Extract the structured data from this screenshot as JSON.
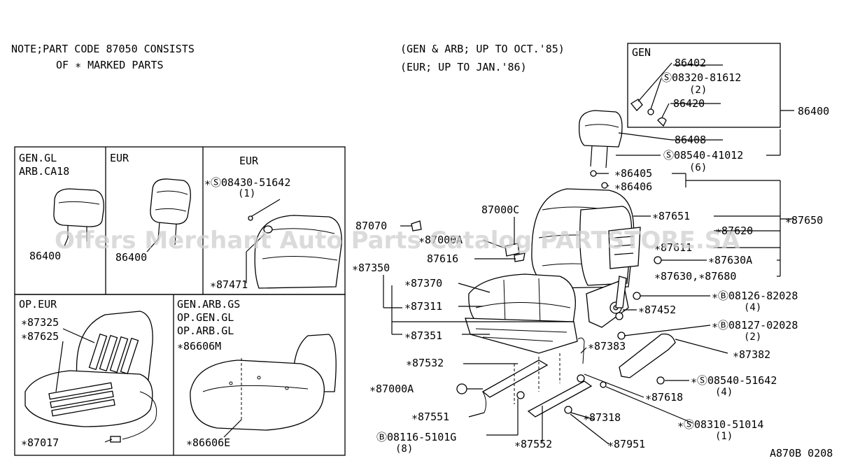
{
  "note": {
    "line1": "NOTE;PART CODE 87050 CONSISTS",
    "line2": "OF ∗ MARKED PARTS"
  },
  "applicability": {
    "line1": "(GEN & ARB; UP TO OCT.'85)",
    "line2": "(EUR; UP TO JAN.'86)"
  },
  "watermark": "Offers Merchant Auto Parts Catalog PARTSTORE.SA",
  "gen_box": {
    "title": "GEN"
  },
  "inset_boxes": {
    "gen_gl": {
      "line1": "GEN.GL",
      "line2": "ARB.CA18",
      "part": "86400"
    },
    "eur1": {
      "title": "EUR",
      "part": "86400"
    },
    "eur2": {
      "title": "EUR",
      "bolt": "∗Ⓢ08430-51642",
      "qty": "(1)",
      "part": "∗87471"
    },
    "op_eur": {
      "title": "OP.EUR",
      "p1": "∗87325",
      "p2": "∗87625",
      "p3": "∗87017"
    },
    "gen_arb_gs": {
      "line1": "GEN.ARB.GS",
      "line2": "OP.GEN.GL",
      "line3": "OP.ARB.GL",
      "p1": "∗86606M",
      "p2": "∗86606E"
    }
  },
  "labels": {
    "l86402": "86402",
    "l08320": "Ⓢ08320-81612",
    "q08320": "(2)",
    "l86420": "86420",
    "l86400": "86400",
    "l86408": "86408",
    "l08540a": "Ⓢ08540-41012",
    "q08540a": "(6)",
    "l86405": "∗86405",
    "l86406": "∗86406",
    "l87651": "∗87651",
    "l87650": "∗87650",
    "l87620": "∗87620",
    "l87611": "∗87611",
    "l87630a": "∗87630A",
    "l87630": "∗87630,∗87680",
    "l08126": "∗Ⓑ08126-82028",
    "q08126": "(4)",
    "l87452": "∗87452",
    "l08127": "∗Ⓑ08127-02028",
    "q08127": "(2)",
    "l87382": "∗87382",
    "l87383": "∗87383",
    "l08540b": "∗Ⓢ08540-51642",
    "q08540b": "(4)",
    "l87618": "∗87618",
    "l08310": "∗Ⓢ08310-51014",
    "q08310": "(1)",
    "l87318": "∗87318",
    "l87951": "∗87951",
    "l87552": "∗87552",
    "l08116": "Ⓑ08116-5101G",
    "q08116": "(8)",
    "l87551": "∗87551",
    "l87000a": "∗87000A",
    "l87532": "∗87532",
    "l87351": "∗87351",
    "l87311": "∗87311",
    "l87370": "∗87370",
    "l87350": "∗87350",
    "l87616": "87616",
    "l87000c": "87000C",
    "l87070": "87070",
    "l87000a2": "∗87000A"
  },
  "figure_code": "A870B 0208"
}
